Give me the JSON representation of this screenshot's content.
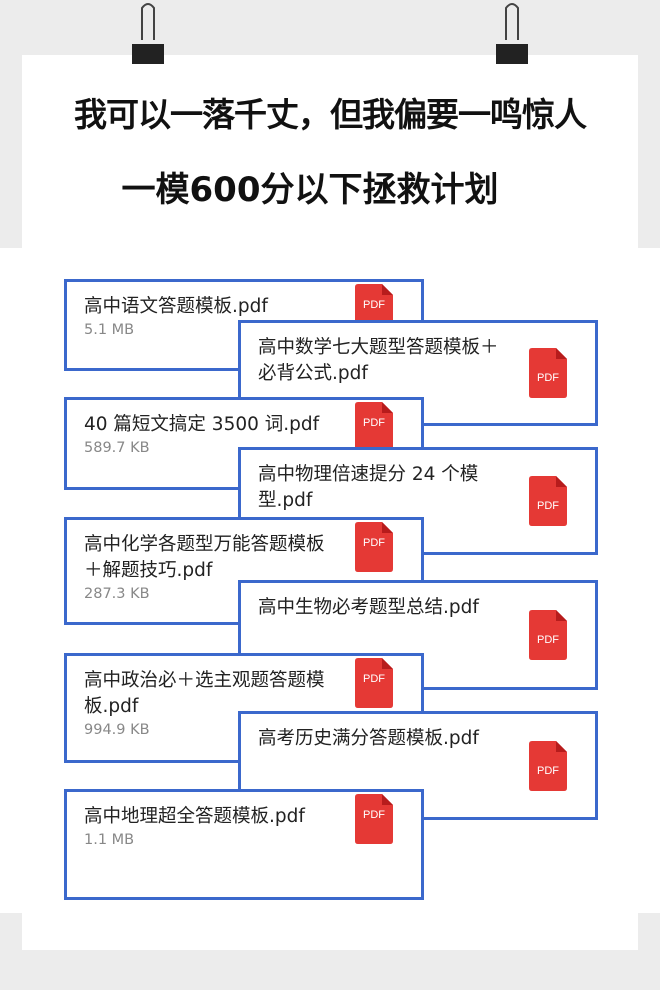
{
  "header": {
    "title": "我可以一落千丈，但我偏要一鸣惊人",
    "subtitle": "一模600分以下拯救计划"
  },
  "pdf_icon_label": "PDF",
  "files": [
    {
      "name": "高中语文答题模板.pdf",
      "size": "5.1 MB"
    },
    {
      "name": "高中数学七大题型答题模板＋必背公式.pdf",
      "size": ""
    },
    {
      "name": "40 篇短文搞定 3500 词.pdf",
      "size": "589.7 KB"
    },
    {
      "name": "高中物理倍速提分 24 个模型.pdf",
      "size": ""
    },
    {
      "name": "高中化学各题型万能答题模板＋解题技巧.pdf",
      "size": "287.3 KB"
    },
    {
      "name": "高中生物必考题型总结.pdf",
      "size": ""
    },
    {
      "name": "高中政治必＋选主观题答题模板.pdf",
      "size": "994.9 KB"
    },
    {
      "name": "高考历史满分答题模板.pdf",
      "size": ""
    },
    {
      "name": "高中地理超全答题模板.pdf",
      "size": "1.1 MB"
    }
  ],
  "colors": {
    "card_border": "#3b68cc",
    "pdf_red": "#e53935"
  }
}
